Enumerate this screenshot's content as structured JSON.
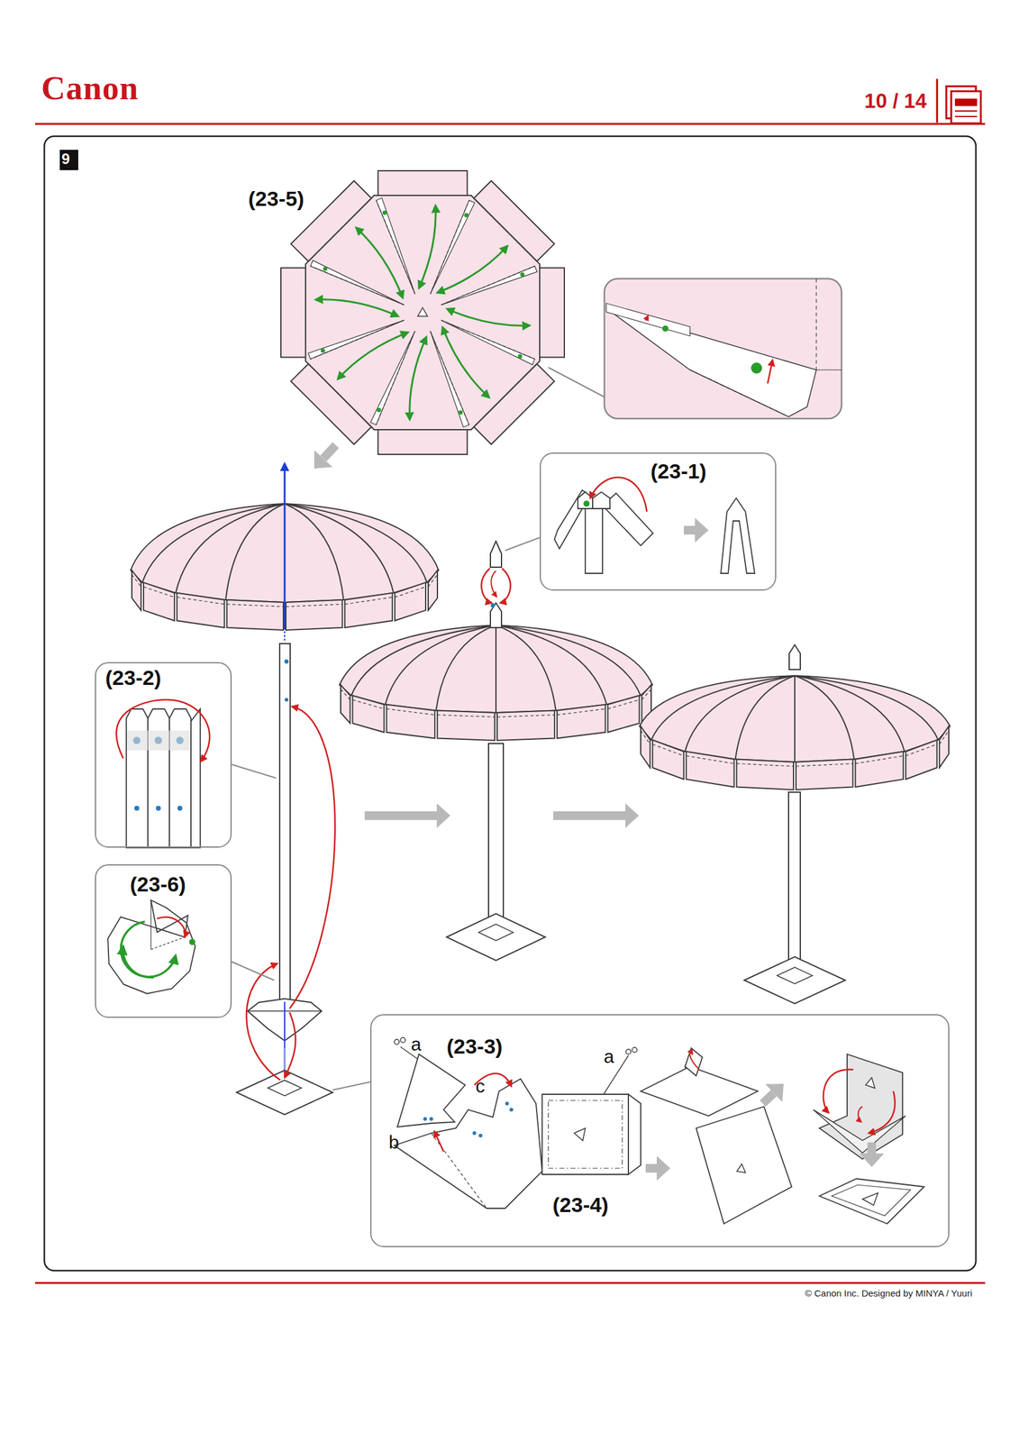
{
  "diagram": {
    "nodes": [
      {
        "text": [
          "9"
        ]
      },
      {
        "text": [
          "(23-1)"
        ]
      },
      {
        "text": [
          "(23-2)"
        ]
      },
      {
        "text": [
          "(23-6)"
        ]
      },
      {
        "text": [
          "a",
          "(23-3)",
          "a",
          "c",
          "b",
          "(23-4)"
        ]
      }
    ],
    "labels": [
      "Canon",
      "10 / 14",
      "(23-5)",
      "© Canon Inc. Designed by MINYA / Yuuri"
    ]
  }
}
